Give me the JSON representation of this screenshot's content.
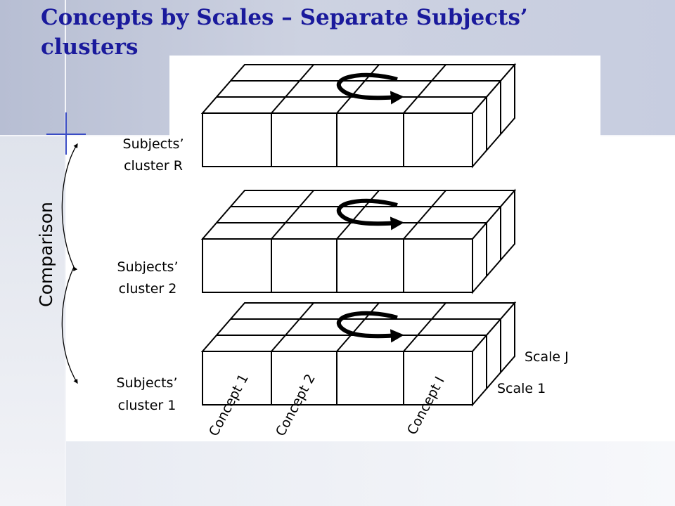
{
  "title": {
    "line1": "Concepts by Scales – Separate Subjects’",
    "line2": "clusters"
  },
  "axis_label": "Comparison",
  "clusters": [
    {
      "line1": "Subjects’",
      "line2": "cluster R"
    },
    {
      "line1": "Subjects’",
      "line2": "cluster 2"
    },
    {
      "line1": "Subjects’",
      "line2": "cluster 1"
    }
  ],
  "concepts": [
    "Concept 1",
    "Concept 2",
    "Concept I"
  ],
  "scales": [
    "Scale J",
    "Scale 1"
  ],
  "colors": {
    "title": "#1a1a9c",
    "background": "#c7cde0",
    "sparkle": "#3a4cc4"
  }
}
